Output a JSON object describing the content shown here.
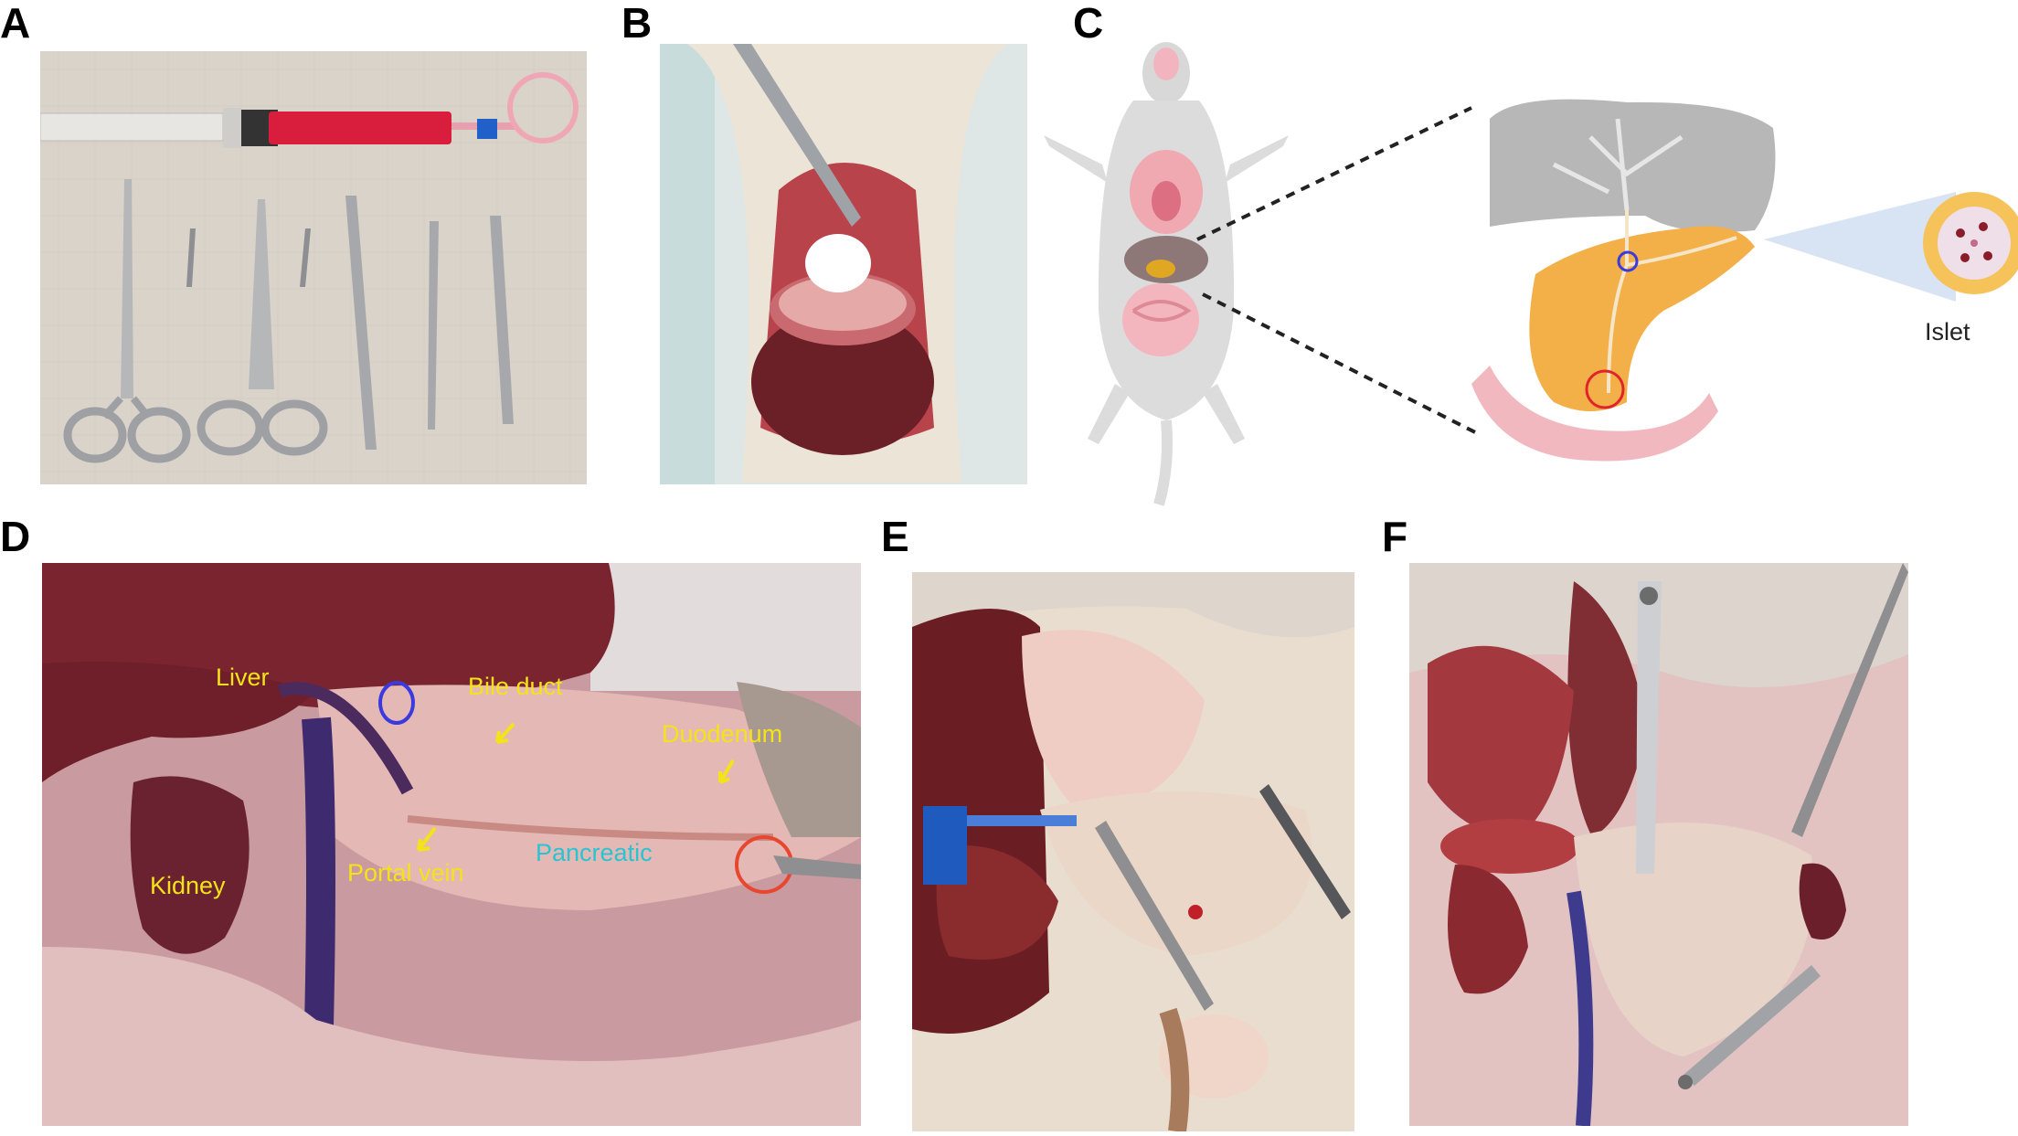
{
  "panels": {
    "a": {
      "letter": "A"
    },
    "b": {
      "letter": "B"
    },
    "c": {
      "letter": "C",
      "islet_label": "Islet"
    },
    "d": {
      "letter": "D",
      "labels": {
        "liver": "Liver",
        "bile_duct": "Bile duct",
        "duodenum": "Duodenum",
        "portal_vein": "Portal vein",
        "pancreatic": "Pancreatic",
        "kidney": "Kidney"
      }
    },
    "e": {
      "letter": "E"
    },
    "f": {
      "letter": "F"
    }
  },
  "colors": {
    "label_yellow": "#f5e31a",
    "label_cyan": "#27c4d4",
    "circle_blue": "#3a3adf",
    "circle_red": "#e8462e",
    "syringe_red": "#d81e3c",
    "liver_red": "#7a2430"
  }
}
